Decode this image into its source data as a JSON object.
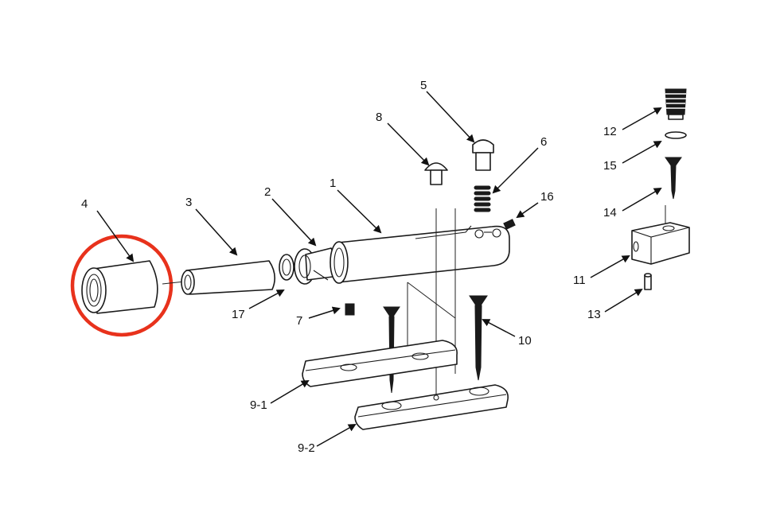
{
  "diagram": {
    "highlight_color": "#e8321c",
    "line_color": "#1a1a1a",
    "parts": [
      {
        "id": "1",
        "label": "1"
      },
      {
        "id": "2",
        "label": "2"
      },
      {
        "id": "3",
        "label": "3"
      },
      {
        "id": "4",
        "label": "4"
      },
      {
        "id": "5",
        "label": "5"
      },
      {
        "id": "6",
        "label": "6"
      },
      {
        "id": "7",
        "label": "7"
      },
      {
        "id": "8",
        "label": "8"
      },
      {
        "id": "9-1",
        "label": "9-1"
      },
      {
        "id": "9-2",
        "label": "9-2"
      },
      {
        "id": "10",
        "label": "10"
      },
      {
        "id": "11",
        "label": "11"
      },
      {
        "id": "12",
        "label": "12"
      },
      {
        "id": "13",
        "label": "13"
      },
      {
        "id": "14",
        "label": "14"
      },
      {
        "id": "15",
        "label": "15"
      },
      {
        "id": "16",
        "label": "16"
      },
      {
        "id": "17",
        "label": "17"
      }
    ],
    "highlighted_part": "4"
  }
}
